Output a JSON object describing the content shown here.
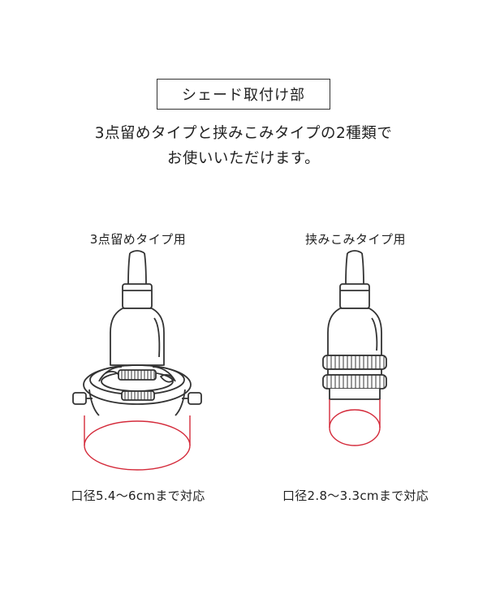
{
  "header": {
    "title": "シェード取付け部"
  },
  "description": {
    "line1": "3点留めタイプと挟みこみタイプの2種類で",
    "line2": "お使いいただけます。"
  },
  "types": [
    {
      "label": "3点留めタイプ用",
      "caption": "口径5.4〜6cmまで対応"
    },
    {
      "label": "挟みこみタイプ用",
      "caption": "口径2.8〜3.3cmまで対応"
    }
  ],
  "colors": {
    "line": "#333333",
    "accent": "#d42a3a"
  }
}
